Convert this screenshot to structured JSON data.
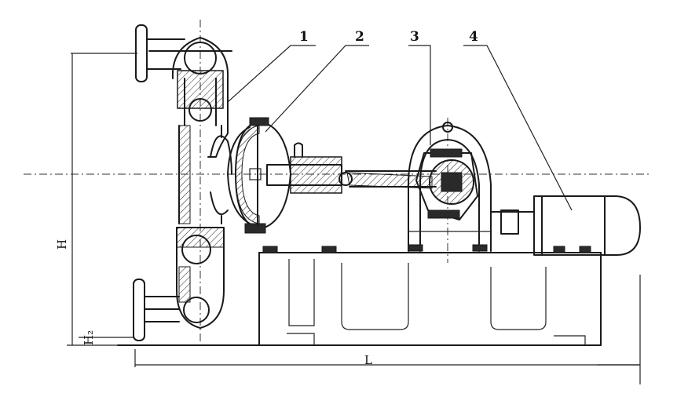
{
  "callouts": [
    "1",
    "2",
    "3",
    "4"
  ],
  "dimensions": {
    "length": "L",
    "height": "H",
    "height2": "H₂"
  }
}
